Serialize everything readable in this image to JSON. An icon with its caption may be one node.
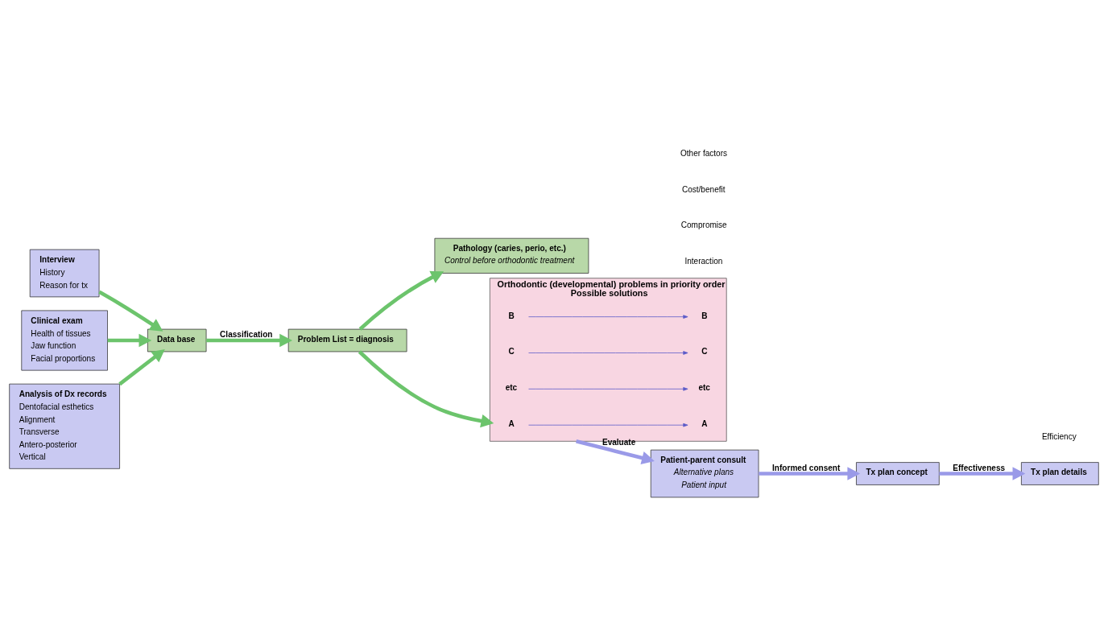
{
  "diagram": {
    "nodes": [
      {
        "text": [
          "Interview",
          "History",
          "Reason for tx"
        ]
      },
      {
        "text": [
          "Clinical exam",
          "Health of tissues",
          "Jaw function",
          "Facial proportions"
        ]
      },
      {
        "text": [
          "Analysis of Dx records",
          "Dentofacial esthetics",
          "Alignment",
          "Transverse",
          "Antero-posterior",
          "Vertical"
        ]
      },
      {
        "text": [
          "Data base"
        ]
      },
      {
        "text": [
          "Problem List = diagnosis"
        ]
      },
      {
        "text": [
          "Pathology (caries, perio, etc.)",
          "Control before orthodontic treatment"
        ]
      },
      {
        "text": [
          "Orthodontic (developmental) problems in priority order",
          "Possible solutions"
        ]
      },
      {
        "text": [
          "A"
        ],
        "in": 6
      },
      {
        "text": [
          "A"
        ],
        "in": 6
      },
      {
        "text": [
          "B"
        ],
        "in": 6
      },
      {
        "text": [
          "B"
        ],
        "in": 6
      },
      {
        "text": [
          "C"
        ],
        "in": 6
      },
      {
        "text": [
          "C"
        ],
        "in": 6
      },
      {
        "text": [
          "etc"
        ],
        "in": 6
      },
      {
        "text": [
          "etc"
        ],
        "in": 6
      },
      {
        "text": [
          "Patient-parent consult",
          "Alternative plans",
          "Patient input"
        ]
      },
      {
        "text": [
          "Tx plan concept"
        ]
      },
      {
        "text": [
          "Tx plan details"
        ]
      }
    ],
    "edges": [
      {
        "from": 0,
        "to": 3,
        "arrow": "to"
      },
      {
        "from": 1,
        "to": 3,
        "arrow": "to"
      },
      {
        "from": 2,
        "to": 3,
        "arrow": "to"
      },
      {
        "from": 3,
        "to": 4,
        "arrow": "to",
        "label": "Classification"
      },
      {
        "from": 4,
        "to": 5,
        "arrow": "to"
      },
      {
        "from": 4,
        "to": 6,
        "arrow": "to"
      },
      {
        "from": 7,
        "to": 8,
        "arrow": "to",
        "color": "#5a5ac8"
      },
      {
        "from": 9,
        "to": 10,
        "arrow": "to",
        "color": "#5a5ac8"
      },
      {
        "from": 11,
        "to": 12,
        "arrow": "to",
        "color": "#5a5ac8"
      },
      {
        "from": 13,
        "to": 14,
        "arrow": "to",
        "color": "#5a5ac8"
      },
      {
        "from": 6,
        "to": 15,
        "arrow": "to",
        "color": "#9a9ae8",
        "label": "Evaluate"
      },
      {
        "from": 15,
        "to": 16,
        "arrow": "to",
        "color": "#9a9ae8",
        "label": "Informed consent"
      },
      {
        "from": 16,
        "to": 17,
        "arrow": "to",
        "color": "#9a9ae8",
        "label": "Effectiveness"
      }
    ],
    "labels": [
      "Interaction",
      "Compromise",
      "Cost/benefit",
      "Other factors",
      "Efficiency"
    ]
  }
}
